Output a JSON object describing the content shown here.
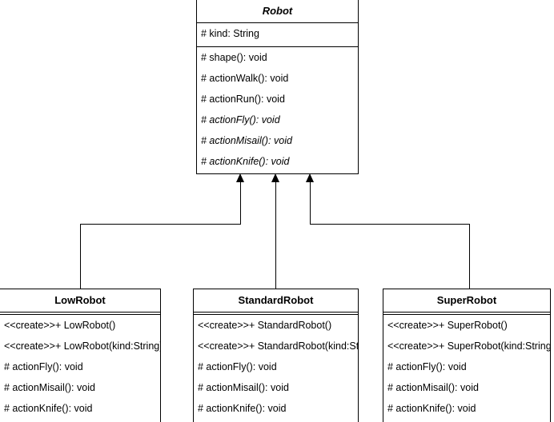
{
  "diagram": {
    "type": "uml-class-diagram",
    "background_color": "#ffffff",
    "line_color": "#000000",
    "relationship": "generalization"
  },
  "classes": {
    "robot": {
      "name": "Robot",
      "stereotype": "abstract",
      "attributes": [
        {
          "text": "# kind: String",
          "abstract": false
        }
      ],
      "operations": [
        {
          "text": "# shape(): void",
          "abstract": false
        },
        {
          "text": "# actionWalk(): void",
          "abstract": false
        },
        {
          "text": "# actionRun(): void",
          "abstract": false
        },
        {
          "text": "# actionFly(): void",
          "abstract": true
        },
        {
          "text": "# actionMisail(): void",
          "abstract": true
        },
        {
          "text": "# actionKnife(): void",
          "abstract": true
        }
      ]
    },
    "low_robot": {
      "name": "LowRobot",
      "stereotype": "concrete",
      "attributes": [],
      "operations": [
        {
          "text": "<<create>>+ LowRobot()",
          "abstract": false
        },
        {
          "text": "<<create>>+ LowRobot(kind:String)",
          "abstract": false
        },
        {
          "text": "# actionFly(): void",
          "abstract": false
        },
        {
          "text": "# actionMisail(): void",
          "abstract": false
        },
        {
          "text": "# actionKnife(): void",
          "abstract": false
        }
      ]
    },
    "standard_robot": {
      "name": "StandardRobot",
      "stereotype": "concrete",
      "attributes": [],
      "operations": [
        {
          "text": "<<create>>+ StandardRobot()",
          "abstract": false
        },
        {
          "text": "<<create>>+ StandardRobot(kind:Stri",
          "abstract": false
        },
        {
          "text": "# actionFly(): void",
          "abstract": false
        },
        {
          "text": "# actionMisail(): void",
          "abstract": false
        },
        {
          "text": "# actionKnife(): void",
          "abstract": false
        }
      ]
    },
    "super_robot": {
      "name": "SuperRobot",
      "stereotype": "concrete",
      "attributes": [],
      "operations": [
        {
          "text": "<<create>>+ SuperRobot()",
          "abstract": false
        },
        {
          "text": "<<create>>+ SuperRobot(kind:String)",
          "abstract": false
        },
        {
          "text": "# actionFly(): void",
          "abstract": false
        },
        {
          "text": "# actionMisail(): void",
          "abstract": false
        },
        {
          "text": "# actionKnife(): void",
          "abstract": false
        }
      ]
    }
  }
}
